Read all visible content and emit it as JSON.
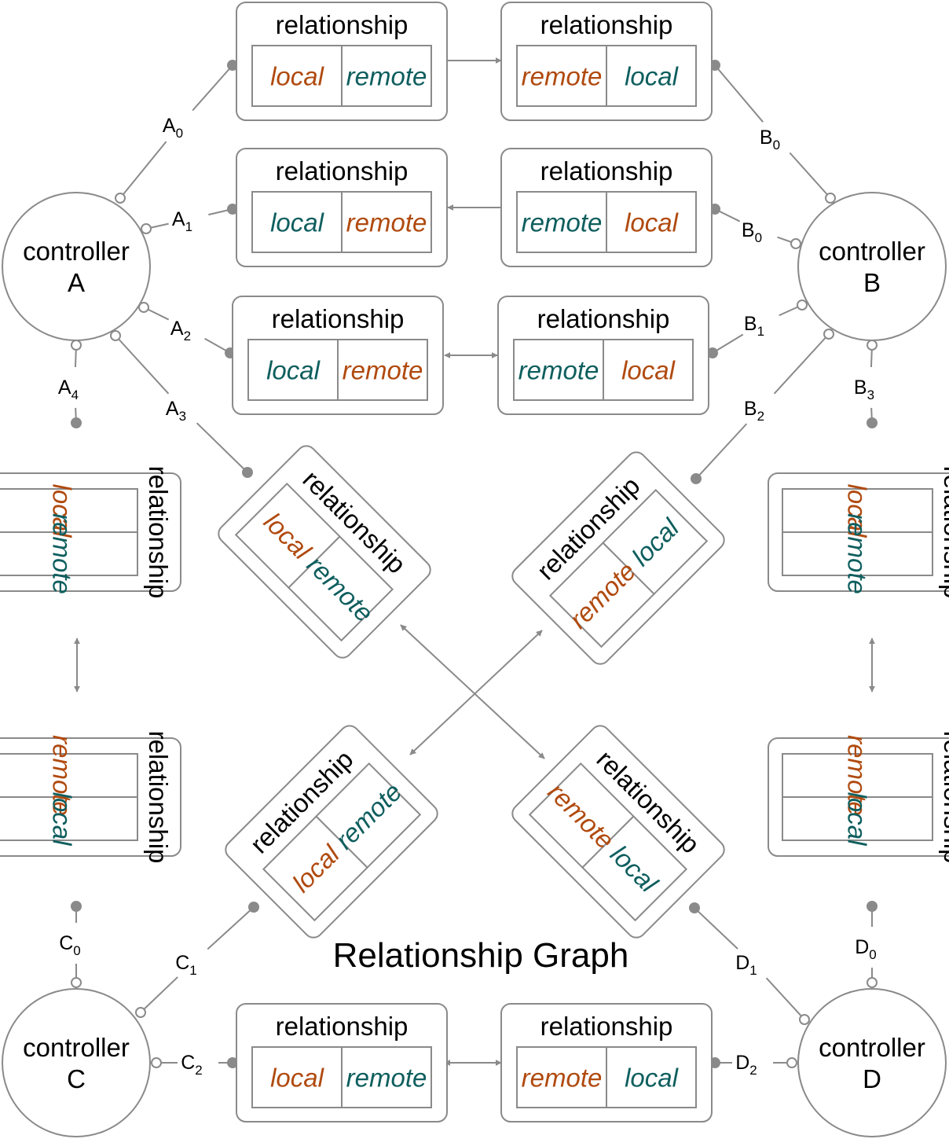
{
  "graph_title": "Relationship Graph",
  "colors": {
    "local_orange": "#b04a0f",
    "remote_teal": "#0f5e5e",
    "line": "#8a8a8a"
  },
  "relationship_title": "relationship",
  "controllers": [
    {
      "id": "A",
      "name": "controller",
      "letter": "A"
    },
    {
      "id": "B",
      "name": "controller",
      "letter": "B"
    },
    {
      "id": "C",
      "name": "controller",
      "letter": "C"
    },
    {
      "id": "D",
      "name": "controller",
      "letter": "D"
    }
  ],
  "relationships": [
    {
      "id": "r1",
      "left": "local",
      "left_color": "orange",
      "right": "remote",
      "right_color": "teal"
    },
    {
      "id": "r2",
      "left": "remote",
      "left_color": "orange",
      "right": "local",
      "right_color": "teal"
    },
    {
      "id": "r3",
      "left": "local",
      "left_color": "teal",
      "right": "remote",
      "right_color": "orange"
    },
    {
      "id": "r4",
      "left": "remote",
      "left_color": "teal",
      "right": "local",
      "right_color": "orange"
    },
    {
      "id": "r5",
      "left": "local",
      "left_color": "teal",
      "right": "remote",
      "right_color": "orange"
    },
    {
      "id": "r6",
      "left": "remote",
      "left_color": "teal",
      "right": "local",
      "right_color": "orange"
    },
    {
      "id": "r7",
      "left": "local",
      "left_color": "orange",
      "right": "remote",
      "right_color": "teal"
    },
    {
      "id": "r8",
      "left": "remote",
      "left_color": "orange",
      "right": "local",
      "right_color": "teal"
    },
    {
      "id": "r9",
      "left": "local",
      "left_color": "orange",
      "right": "remote",
      "right_color": "teal"
    },
    {
      "id": "r10",
      "left": "remote",
      "left_color": "orange",
      "right": "local",
      "right_color": "teal"
    },
    {
      "id": "r11",
      "left": "local",
      "left_color": "orange",
      "right": "remote",
      "right_color": "teal"
    },
    {
      "id": "r12",
      "left": "remote",
      "left_color": "orange",
      "right": "local",
      "right_color": "teal"
    },
    {
      "id": "r13",
      "left": "local",
      "left_color": "orange",
      "right": "remote",
      "right_color": "teal"
    },
    {
      "id": "r14",
      "left": "remote",
      "left_color": "orange",
      "right": "local",
      "right_color": "teal"
    },
    {
      "id": "r15",
      "left": "local",
      "left_color": "orange",
      "right": "remote",
      "right_color": "teal"
    },
    {
      "id": "r16",
      "left": "remote",
      "left_color": "orange",
      "right": "local",
      "right_color": "teal"
    }
  ],
  "ports": [
    {
      "id": "A0",
      "letter": "A",
      "sub": "0"
    },
    {
      "id": "A1",
      "letter": "A",
      "sub": "1"
    },
    {
      "id": "A2",
      "letter": "A",
      "sub": "2"
    },
    {
      "id": "A3",
      "letter": "A",
      "sub": "3"
    },
    {
      "id": "A4",
      "letter": "A",
      "sub": "4"
    },
    {
      "id": "B0a",
      "letter": "B",
      "sub": "0"
    },
    {
      "id": "B0b",
      "letter": "B",
      "sub": "0"
    },
    {
      "id": "B1",
      "letter": "B",
      "sub": "1"
    },
    {
      "id": "B2",
      "letter": "B",
      "sub": "2"
    },
    {
      "id": "B3",
      "letter": "B",
      "sub": "3"
    },
    {
      "id": "C0",
      "letter": "C",
      "sub": "0"
    },
    {
      "id": "C1",
      "letter": "C",
      "sub": "1"
    },
    {
      "id": "C2",
      "letter": "C",
      "sub": "2"
    },
    {
      "id": "D0",
      "letter": "D",
      "sub": "0"
    },
    {
      "id": "D1",
      "letter": "D",
      "sub": "1"
    },
    {
      "id": "D2",
      "letter": "D",
      "sub": "2"
    }
  ]
}
